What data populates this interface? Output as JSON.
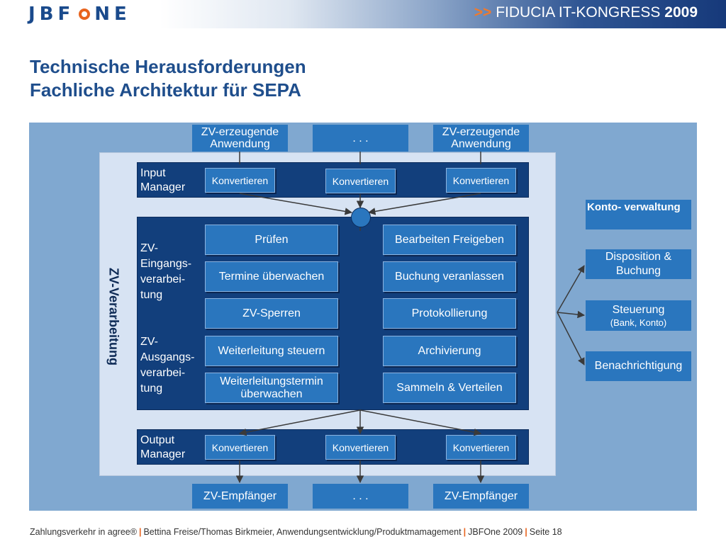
{
  "header": {
    "logo_text_left": "JBF",
    "logo_text_right": "NE",
    "congress_arrows": ">>",
    "congress_name": "FIDUCIA IT-KONGRESS",
    "congress_year": "2009"
  },
  "title": {
    "line1": "Technische Herausforderungen",
    "line2": "Fachliche Architektur für SEPA"
  },
  "diagram": {
    "top_sources": [
      "ZV-erzeugende Anwendung",
      ". . .",
      "ZV-erzeugende Anwendung"
    ],
    "input_manager": {
      "label": "Input Manager",
      "buttons": [
        "Konvertieren",
        "Konvertieren",
        "Konvertieren"
      ]
    },
    "vertical_label": "ZV-Verarbeitung",
    "processing": {
      "eingang_label": "ZV- Eingangs- verarbei- tung",
      "ausgang_label": "ZV- Ausgangs- verarbei- tung",
      "left_column": [
        "Prüfen",
        "Termine überwachen",
        "ZV-Sperren",
        "Weiterleitung steuern",
        "Weiterleitungstermin überwachen"
      ],
      "right_column": [
        "Bearbeiten Freigeben",
        "Buchung veranlassen",
        "Protokollierung",
        "Archivierung",
        "Sammeln & Verteilen"
      ]
    },
    "output_manager": {
      "label": "Output Manager",
      "buttons": [
        "Konvertieren",
        "Konvertieren",
        "Konvertieren"
      ]
    },
    "bottom_targets": [
      "ZV-Empfänger",
      ". . .",
      "ZV-Empfänger"
    ],
    "konto": {
      "title": "Konto- verwaltung",
      "items": [
        {
          "label": "Disposition & Buchung",
          "sub": ""
        },
        {
          "label": "Steuerung",
          "sub": "(Bank, Konto)"
        },
        {
          "label": "Benachrichtigung",
          "sub": ""
        }
      ]
    }
  },
  "footer": {
    "part1": "Zahlungsverkehr in agree®",
    "sep": "|",
    "part2": "Bettina Freise/Thomas Birkmeier, Anwendungsentwicklung/Produktmamagement",
    "part3": "JBFOne 2009",
    "part4": "Seite 18"
  },
  "colors": {
    "brand_dark": "#123f7c",
    "box_blue": "#2a76be",
    "accent_orange": "#e8641e",
    "panel_light": "#d7e3f3",
    "background_blue": "#80a8d0"
  }
}
